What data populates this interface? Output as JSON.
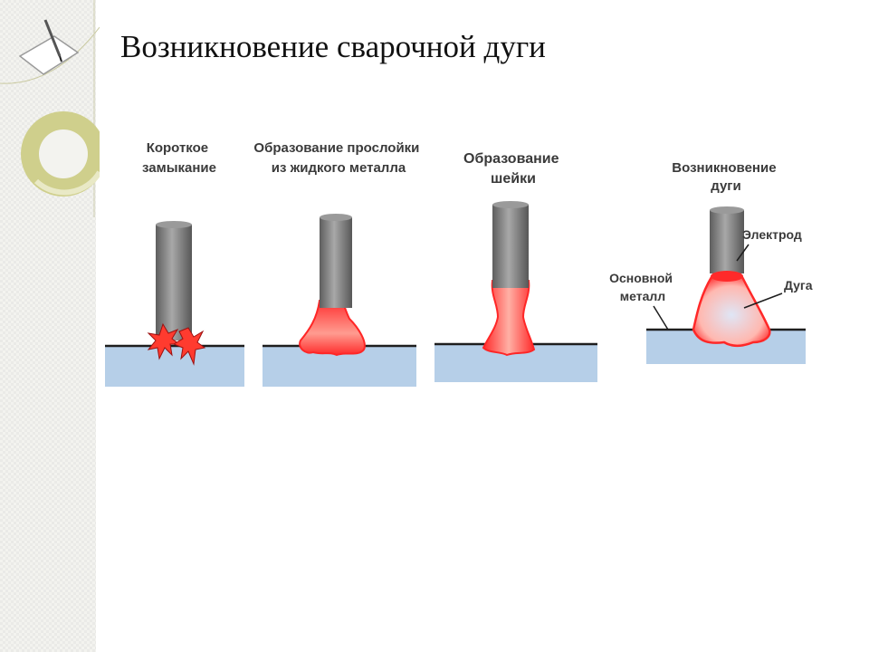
{
  "title": "Возникновение сварочной дуги",
  "stages": [
    {
      "label_lines": [
        "Короткое",
        "замыкание"
      ]
    },
    {
      "label_lines": [
        "Образование прослойки",
        "из жидкого металла"
      ]
    },
    {
      "label_lines": [
        "Образование",
        "шейки"
      ]
    },
    {
      "label_lines": [
        "Возникновение",
        "дуги"
      ]
    }
  ],
  "callouts": {
    "electrode": "Электрод",
    "arc": "Дуга",
    "base_metal_lines": [
      "Основной",
      "металл"
    ]
  },
  "colors": {
    "metal": "#b6cfe8",
    "electrode": "#7d7d7d",
    "molten": "#ff3a3a",
    "molten_light": "#ffc0b0"
  }
}
